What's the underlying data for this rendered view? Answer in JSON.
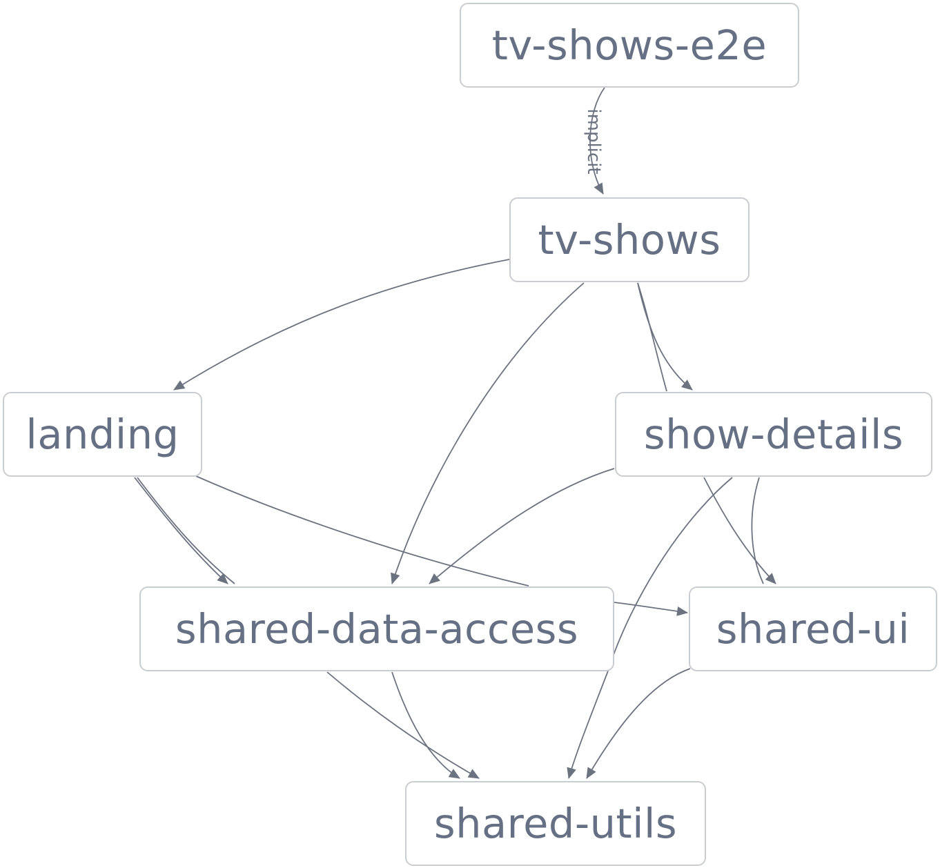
{
  "colors": {
    "node_text": "#667085",
    "node_border": "#c9ccd1",
    "edge": "#6b7280",
    "background": "#ffffff"
  },
  "nodes": {
    "tv_shows_e2e": {
      "label": "tv-shows-e2e"
    },
    "tv_shows": {
      "label": "tv-shows"
    },
    "landing": {
      "label": "landing"
    },
    "show_details": {
      "label": "show-details"
    },
    "shared_data_access": {
      "label": "shared-data-access"
    },
    "shared_ui": {
      "label": "shared-ui"
    },
    "shared_utils": {
      "label": "shared-utils"
    }
  },
  "edges": [
    {
      "from": "tv-shows-e2e",
      "to": "tv-shows",
      "label": "implicit"
    },
    {
      "from": "tv-shows",
      "to": "landing"
    },
    {
      "from": "tv-shows",
      "to": "shared-data-access"
    },
    {
      "from": "tv-shows",
      "to": "show-details"
    },
    {
      "from": "tv-shows",
      "to": "shared-ui"
    },
    {
      "from": "landing",
      "to": "shared-data-access"
    },
    {
      "from": "landing",
      "to": "shared-data-access"
    },
    {
      "from": "landing",
      "to": "shared-ui"
    },
    {
      "from": "show-details",
      "to": "shared-data-access"
    },
    {
      "from": "show-details",
      "to": "shared-ui"
    },
    {
      "from": "show-details",
      "to": "shared-ui"
    },
    {
      "from": "show-details",
      "to": "shared-utils"
    },
    {
      "from": "shared-data-access",
      "to": "shared-utils"
    },
    {
      "from": "shared-data-access",
      "to": "shared-utils"
    },
    {
      "from": "shared-ui",
      "to": "shared-utils"
    }
  ]
}
